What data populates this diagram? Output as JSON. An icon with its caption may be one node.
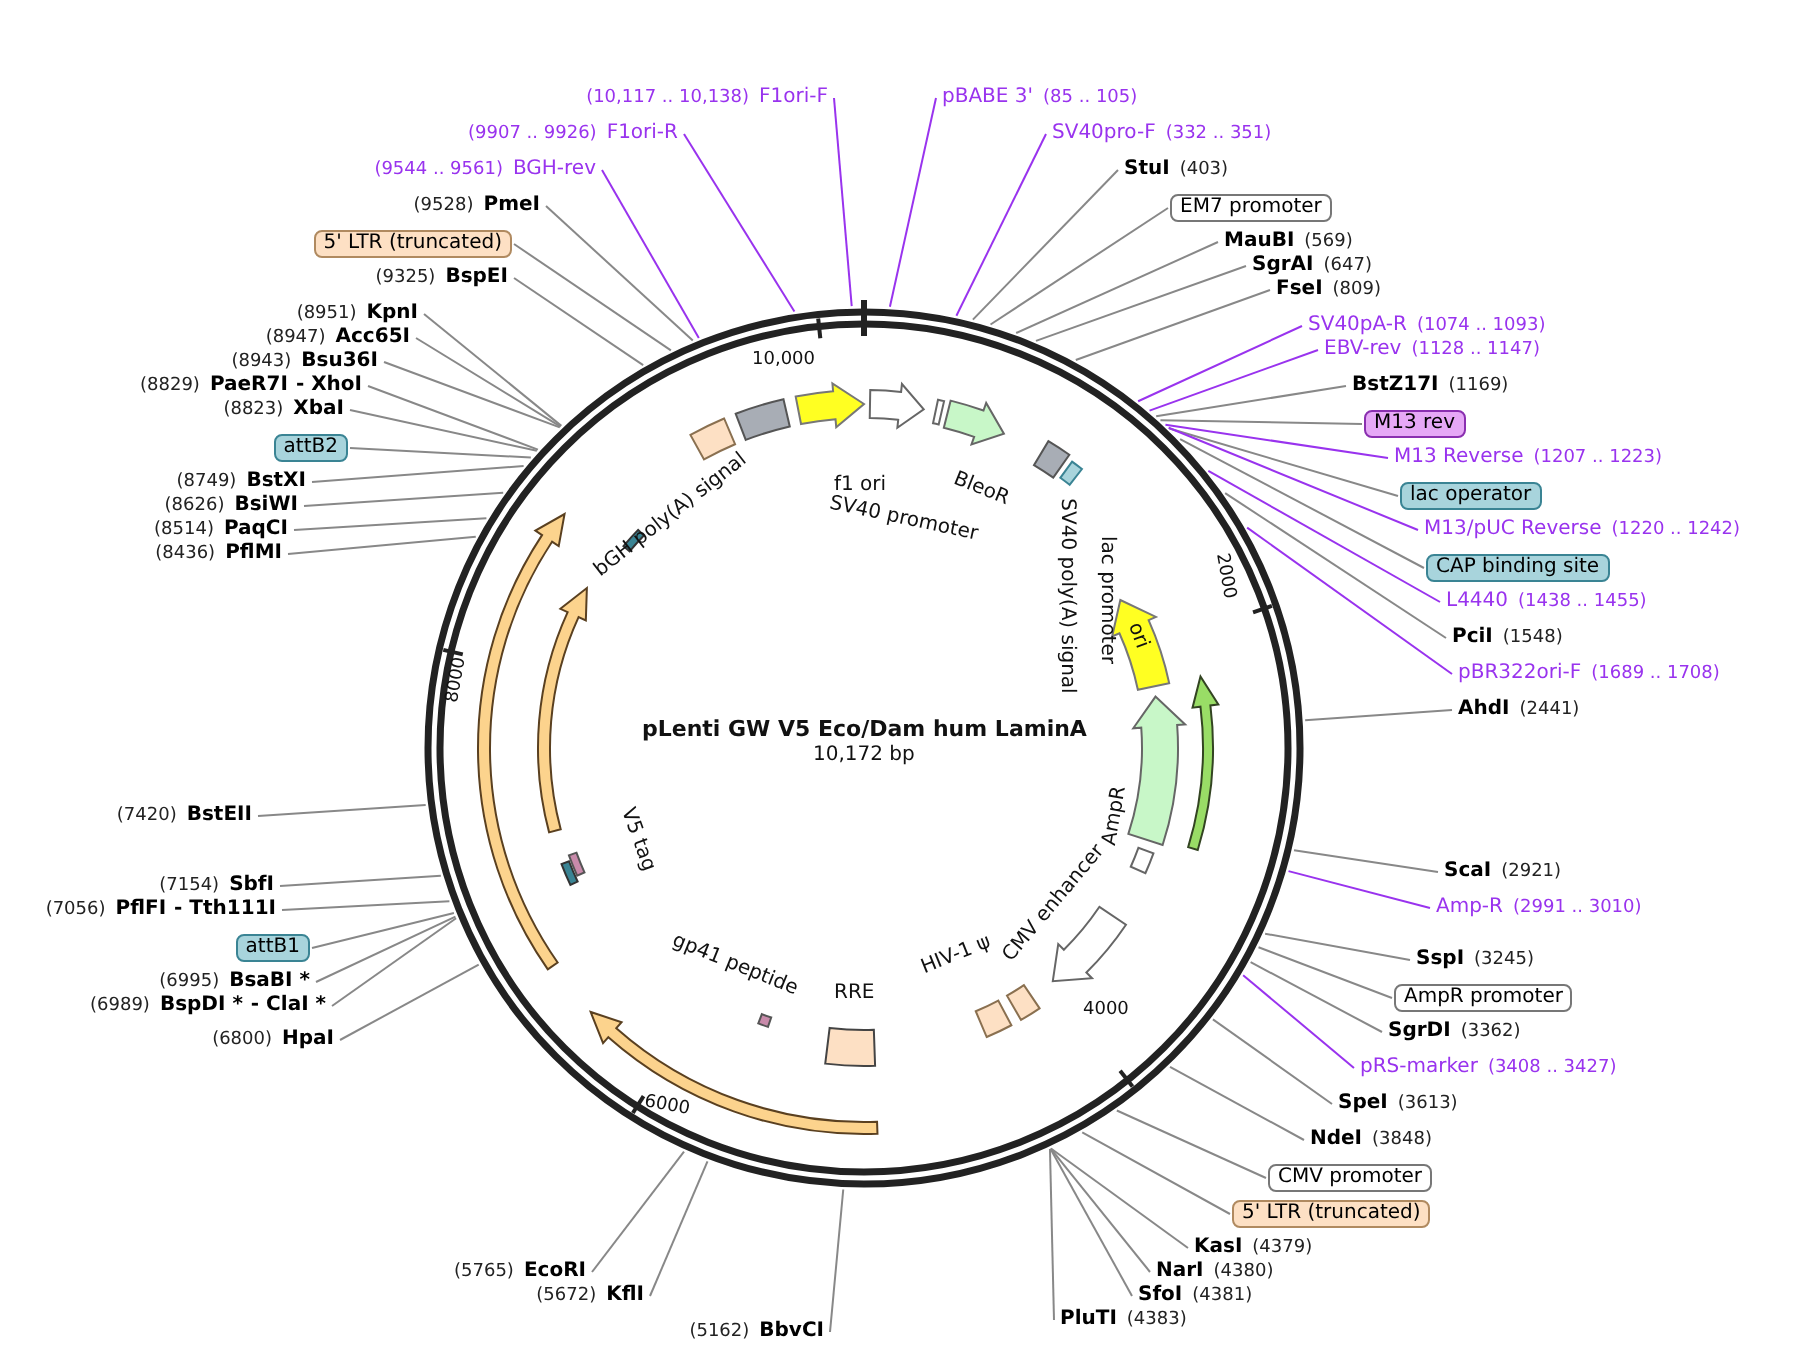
{
  "diagram": {
    "title": "pLenti GW V5 Eco/Dam hum LaminA",
    "caption": "10,172 bp",
    "nodes": [
      {
        "text": [
          "(10,117 .. 10,138)",
          "F1ori-F"
        ]
      },
      {
        "text": [
          "pBABE 3'",
          "(85 .. 105)"
        ]
      },
      {
        "text": [
          "(9907 .. 9926)",
          "F1ori-R"
        ]
      },
      {
        "text": [
          "SV40pro-F",
          "(332 .. 351)"
        ]
      },
      {
        "text": [
          "(9544 .. 9561)",
          "BGH-rev"
        ]
      },
      {
        "text": [
          "StuI",
          "(403)"
        ]
      },
      {
        "text": [
          "(9528)",
          "PmeI"
        ]
      },
      {
        "text": [
          "EM7 promoter"
        ]
      },
      {
        "text": [
          "5' LTR (truncated)"
        ]
      },
      {
        "text": [
          "MauBI",
          "(569)"
        ]
      },
      {
        "text": [
          "SgrAI",
          "(647)"
        ]
      },
      {
        "text": [
          "(9325)",
          "BspEI"
        ]
      },
      {
        "text": [
          "FseI",
          "(809)"
        ]
      },
      {
        "text": [
          "(8951)",
          "KpnI"
        ]
      },
      {
        "text": [
          "SV40pA-R",
          "(1074 .. 1093)"
        ]
      },
      {
        "text": [
          "(8947)",
          "Acc65I"
        ]
      },
      {
        "text": [
          "EBV-rev",
          "(1128 .. 1147)"
        ]
      },
      {
        "text": [
          "(8943)",
          "Bsu36I"
        ]
      },
      {
        "text": [
          "BstZ17I",
          "(1169)"
        ]
      },
      {
        "text": [
          "(8829)",
          "PaeR7I",
          "- XhoI"
        ]
      },
      {
        "text": [
          "(8823)",
          "XbaI"
        ]
      },
      {
        "text": [
          "M13 rev"
        ]
      },
      {
        "text": [
          "attB2"
        ]
      },
      {
        "text": [
          "M13 Reverse",
          "(1207 .. 1223)"
        ]
      },
      {
        "text": [
          "(8749)",
          "BstXI"
        ]
      },
      {
        "text": [
          "lac operator"
        ]
      },
      {
        "text": [
          "(8626)",
          "BsiWI"
        ]
      },
      {
        "text": [
          "(8514)",
          "PaqCI"
        ]
      },
      {
        "text": [
          "M13/pUC Reverse",
          "(1220 .. 1242)"
        ]
      },
      {
        "text": [
          "(8436)",
          "PflMI"
        ]
      },
      {
        "text": [
          "CAP binding site"
        ]
      },
      {
        "text": [
          "L4440",
          "(1438 .. 1455)"
        ]
      },
      {
        "text": [
          "PciI",
          "(1548)"
        ]
      },
      {
        "text": [
          "pBR322ori-F",
          "(1689 .. 1708)"
        ]
      },
      {
        "text": [
          "AhdI",
          "(2441)"
        ]
      },
      {
        "text": [
          "(7420)",
          "BstEII"
        ]
      },
      {
        "text": [
          "ScaI",
          "(2921)"
        ]
      },
      {
        "text": [
          "(7154)",
          "SbfI"
        ]
      },
      {
        "text": [
          "Amp-R",
          "(2991 .. 3010)"
        ]
      },
      {
        "text": [
          "(7056)",
          "PflFI",
          "- Tth111I"
        ]
      },
      {
        "text": [
          "attB1"
        ]
      },
      {
        "text": [
          "SspI",
          "(3245)"
        ]
      },
      {
        "text": [
          "(6995)",
          "BsaBI *"
        ]
      },
      {
        "text": [
          "(6989)",
          "BspDI *",
          "- ClaI *"
        ]
      },
      {
        "text": [
          "AmpR promoter"
        ]
      },
      {
        "text": [
          "(6800)",
          "HpaI"
        ]
      },
      {
        "text": [
          "SgrDI",
          "(3362)"
        ]
      },
      {
        "text": [
          "pRS-marker",
          "(3408 .. 3427)"
        ]
      },
      {
        "text": [
          "SpeI",
          "(3613)"
        ]
      },
      {
        "text": [
          "NdeI",
          "(3848)"
        ]
      },
      {
        "text": [
          "CMV promoter"
        ]
      },
      {
        "text": [
          "5' LTR (truncated)"
        ]
      },
      {
        "text": [
          "KasI",
          "(4379)"
        ]
      },
      {
        "text": [
          "(5765)",
          "EcoRI"
        ]
      },
      {
        "text": [
          "(5672)",
          "KflI"
        ]
      },
      {
        "text": [
          "NarI",
          "(4380)"
        ]
      },
      {
        "text": [
          "SfoI",
          "(4381)"
        ]
      },
      {
        "text": [
          "(5162)",
          "BbvCI"
        ]
      },
      {
        "text": [
          "PluTI",
          "(4383)"
        ]
      }
    ],
    "edges": [
      {
        "from": 0,
        "to": null,
        "arrow": "none",
        "color": "#9933ee"
      },
      {
        "from": 1,
        "to": null,
        "arrow": "none",
        "color": "#9933ee"
      },
      {
        "from": 2,
        "to": null,
        "arrow": "none",
        "color": "#9933ee"
      },
      {
        "from": 3,
        "to": null,
        "arrow": "none",
        "color": "#9933ee"
      },
      {
        "from": 4,
        "to": null,
        "arrow": "none",
        "color": "#9933ee"
      },
      {
        "from": 5,
        "to": null,
        "arrow": "none"
      },
      {
        "from": 6,
        "to": null,
        "arrow": "none"
      },
      {
        "from": 7,
        "to": null,
        "arrow": "none"
      },
      {
        "from": 8,
        "to": null,
        "arrow": "none"
      },
      {
        "from": 9,
        "to": null,
        "arrow": "none"
      },
      {
        "from": 10,
        "to": null,
        "arrow": "none"
      },
      {
        "from": 11,
        "to": null,
        "arrow": "none"
      },
      {
        "from": 12,
        "to": null,
        "arrow": "none"
      },
      {
        "from": 13,
        "to": null,
        "arrow": "none"
      },
      {
        "from": 14,
        "to": null,
        "arrow": "none",
        "color": "#9933ee"
      },
      {
        "from": 15,
        "to": null,
        "arrow": "none"
      },
      {
        "from": 16,
        "to": null,
        "arrow": "none",
        "color": "#9933ee"
      },
      {
        "from": 17,
        "to": null,
        "arrow": "none"
      },
      {
        "from": 18,
        "to": null,
        "arrow": "none"
      },
      {
        "from": 19,
        "to": null,
        "arrow": "none"
      },
      {
        "from": 20,
        "to": null,
        "arrow": "none"
      },
      {
        "from": 21,
        "to": null,
        "arrow": "none"
      },
      {
        "from": 22,
        "to": null,
        "arrow": "none"
      },
      {
        "from": 23,
        "to": null,
        "arrow": "none",
        "color": "#9933ee"
      },
      {
        "from": 24,
        "to": null,
        "arrow": "none"
      },
      {
        "from": 25,
        "to": null,
        "arrow": "none"
      },
      {
        "from": 26,
        "to": null,
        "arrow": "none"
      },
      {
        "from": 27,
        "to": null,
        "arrow": "none"
      },
      {
        "from": 28,
        "to": null,
        "arrow": "none",
        "color": "#9933ee"
      },
      {
        "from": 29,
        "to": null,
        "arrow": "none"
      },
      {
        "from": 30,
        "to": null,
        "arrow": "none"
      },
      {
        "from": 31,
        "to": null,
        "arrow": "none",
        "color": "#9933ee"
      },
      {
        "from": 32,
        "to": null,
        "arrow": "none"
      },
      {
        "from": 33,
        "to": null,
        "arrow": "none",
        "color": "#9933ee"
      },
      {
        "from": 34,
        "to": null,
        "arrow": "none"
      },
      {
        "from": 35,
        "to": null,
        "arrow": "none"
      },
      {
        "from": 36,
        "to": null,
        "arrow": "none"
      },
      {
        "from": 37,
        "to": null,
        "arrow": "none"
      },
      {
        "from": 38,
        "to": null,
        "arrow": "none",
        "color": "#9933ee"
      },
      {
        "from": 39,
        "to": null,
        "arrow": "none"
      },
      {
        "from": 40,
        "to": null,
        "arrow": "none"
      },
      {
        "from": 41,
        "to": null,
        "arrow": "none"
      },
      {
        "from": 42,
        "to": null,
        "arrow": "none"
      },
      {
        "from": 43,
        "to": null,
        "arrow": "none"
      },
      {
        "from": 44,
        "to": null,
        "arrow": "none"
      },
      {
        "from": 45,
        "to": null,
        "arrow": "none"
      },
      {
        "from": 46,
        "to": null,
        "arrow": "none"
      },
      {
        "from": 47,
        "to": null,
        "arrow": "none",
        "color": "#9933ee"
      },
      {
        "from": 48,
        "to": null,
        "arrow": "none"
      },
      {
        "from": 49,
        "to": null,
        "arrow": "none"
      },
      {
        "from": 50,
        "to": null,
        "arrow": "none"
      },
      {
        "from": 51,
        "to": null,
        "arrow": "none"
      },
      {
        "from": 52,
        "to": null,
        "arrow": "none"
      },
      {
        "from": 53,
        "to": null,
        "arrow": "none"
      },
      {
        "from": 54,
        "to": null,
        "arrow": "none"
      },
      {
        "from": 55,
        "to": null,
        "arrow": "none"
      },
      {
        "from": 56,
        "to": null,
        "arrow": "none"
      },
      {
        "from": 57,
        "to": null,
        "arrow": "none"
      },
      {
        "from": 58,
        "to": null,
        "arrow": "none"
      }
    ],
    "labels": [
      "10,000",
      "2000",
      "4000",
      "6000",
      "8000",
      "bGH poly(A) signal",
      "f1 ori",
      "SV40 promoter",
      "BleoR",
      "lac promoter",
      "SV40 poly(A) signal",
      "ori",
      "AmpR",
      "CMV enhancer",
      "HIV-1 ψ",
      "RRE",
      "gp41 peptide",
      "V5 tag"
    ]
  }
}
